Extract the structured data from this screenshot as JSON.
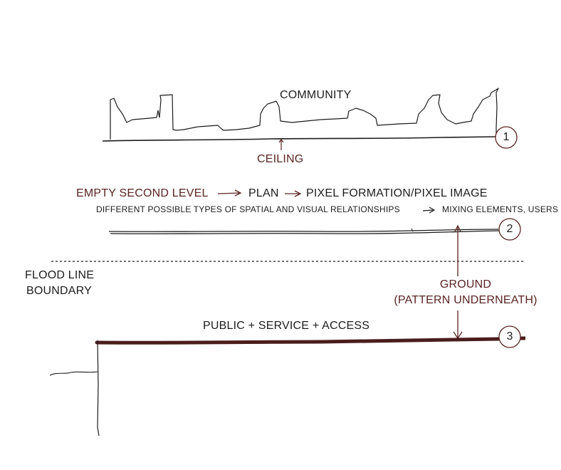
{
  "colors": {
    "ink": "#1c1c1c",
    "accent": "#5a2422",
    "thick_line": "#4a1d1b"
  },
  "level1": {
    "title": "COMMUNITY",
    "ceiling_label": "CEILING",
    "marker": "1"
  },
  "level2": {
    "flow": {
      "step1": "EMPTY SECOND LEVEL",
      "step2": "PLAN",
      "step3": "PIXEL FORMATION/PIXEL IMAGE"
    },
    "subflow": {
      "step1": "DIFFERENT POSSIBLE TYPES OF SPATIAL AND VISUAL RELATIONSHIPS",
      "step2": "MIXING ELEMENTS, USERS"
    },
    "marker": "2"
  },
  "flood": {
    "line1": "FLOOD LINE",
    "line2": "BOUNDARY"
  },
  "ground": {
    "line1": "GROUND",
    "line2": "(PATTERN UNDERNEATH)"
  },
  "level3": {
    "title": "PUBLIC + SERVICE + ACCESS",
    "marker": "3"
  }
}
